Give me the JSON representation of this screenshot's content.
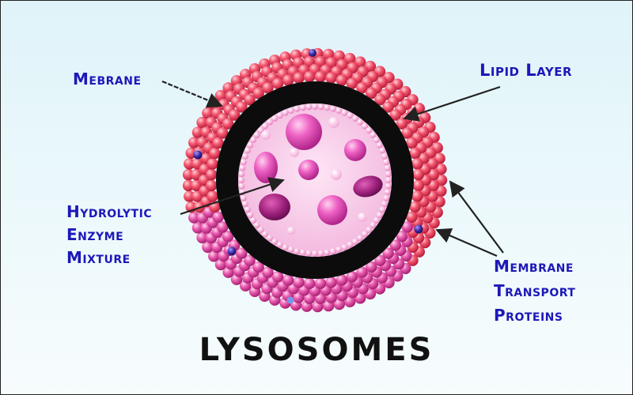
{
  "labels": {
    "membrane": "Mebrane",
    "lipid_layer": "Lipid Layer",
    "enzyme": [
      "Hydrolytic",
      "Enzyme",
      "Mixture"
    ],
    "transport": [
      "Membrane",
      "Transport",
      "Proteins"
    ]
  },
  "title": "LYSOSOMES",
  "colors": {
    "label": "#1d18b8",
    "outer_beads": "#ee4060",
    "lower_beads": "#e0489a",
    "lipid_ring": "#0c0c0c",
    "inner_fill": "#f6c6e6",
    "vesicle": "#e94fb6",
    "protein": "#3a2a9a",
    "arrow": "#222222"
  }
}
